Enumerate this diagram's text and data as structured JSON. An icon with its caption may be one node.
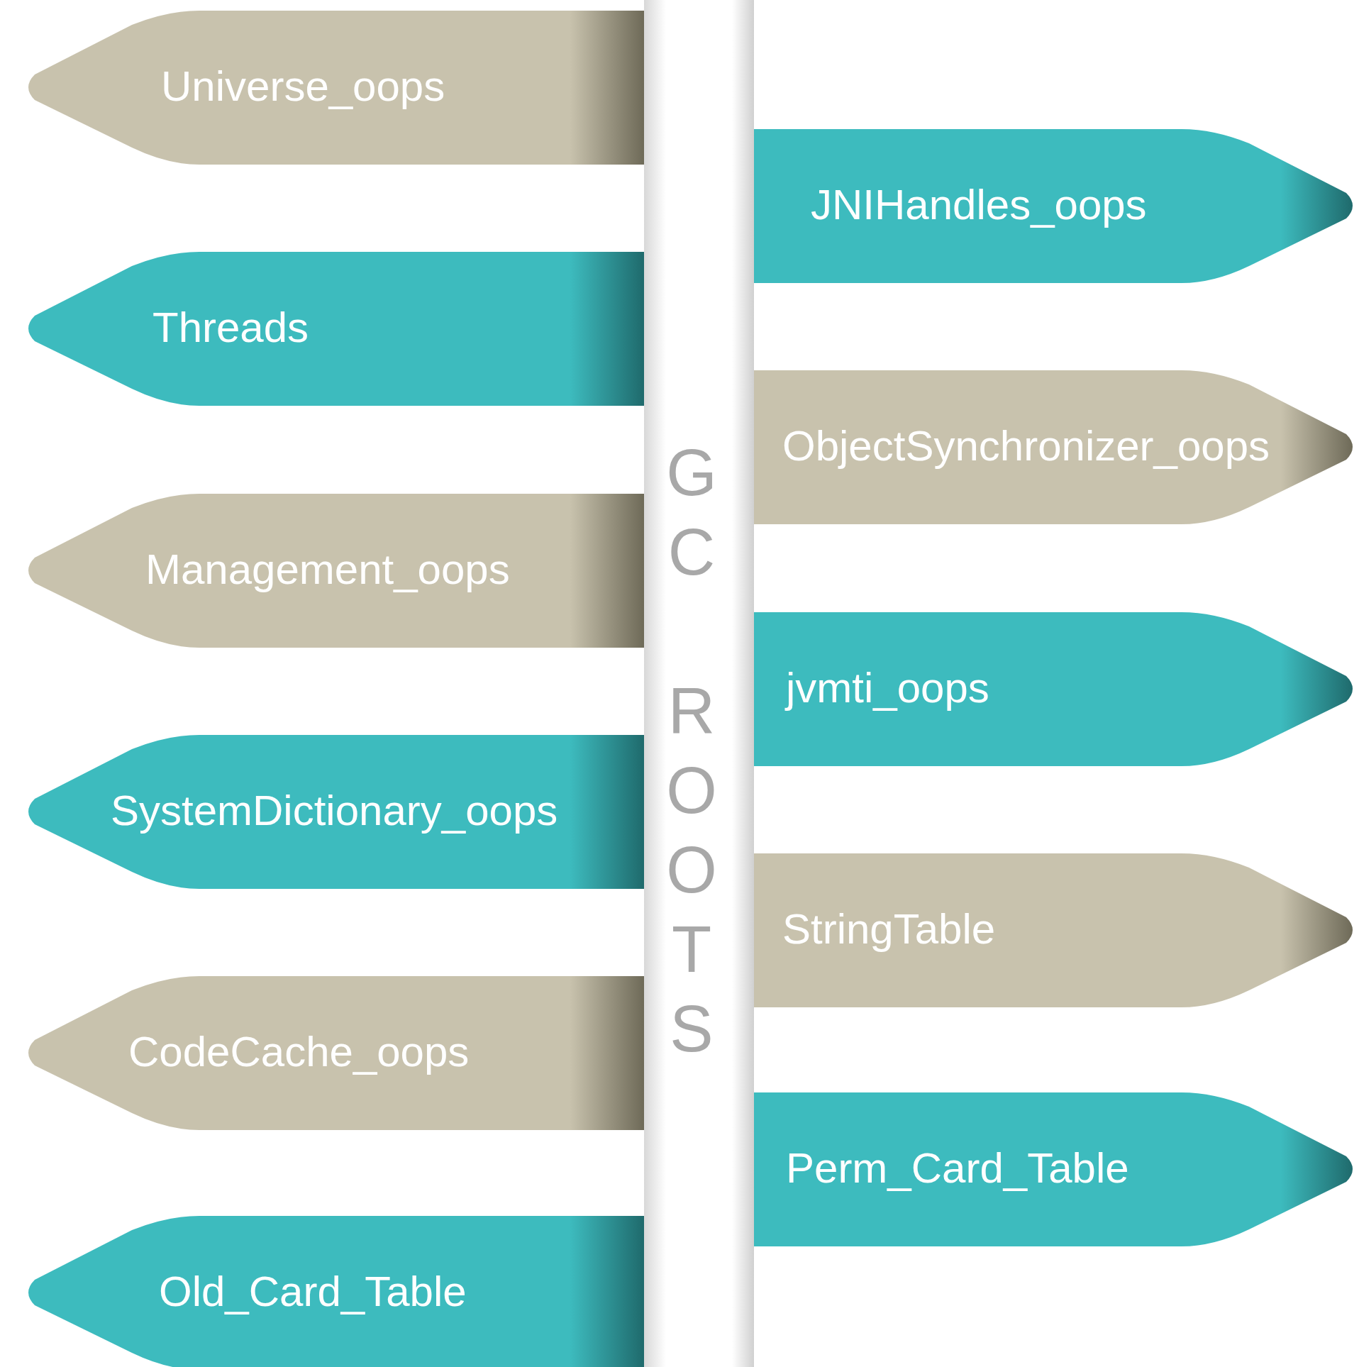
{
  "diagram": {
    "nodes": [
      {
        "text": [
          "Universe_oops"
        ]
      },
      {
        "text": [
          "Threads"
        ]
      },
      {
        "text": [
          "Management_oops"
        ]
      },
      {
        "text": [
          "SystemDictionary_oops"
        ]
      },
      {
        "text": [
          "CodeCache_oops"
        ]
      },
      {
        "text": [
          "Old_Card_Table"
        ]
      },
      {
        "text": [
          "JNIHandles_oops"
        ]
      },
      {
        "text": [
          "ObjectSynchronizer_oops"
        ]
      },
      {
        "text": [
          "jvmti_oops"
        ]
      },
      {
        "text": [
          "StringTable"
        ]
      },
      {
        "text": [
          "Perm_Card_Table"
        ]
      }
    ],
    "labels": [
      "GC ROOTS"
    ]
  }
}
